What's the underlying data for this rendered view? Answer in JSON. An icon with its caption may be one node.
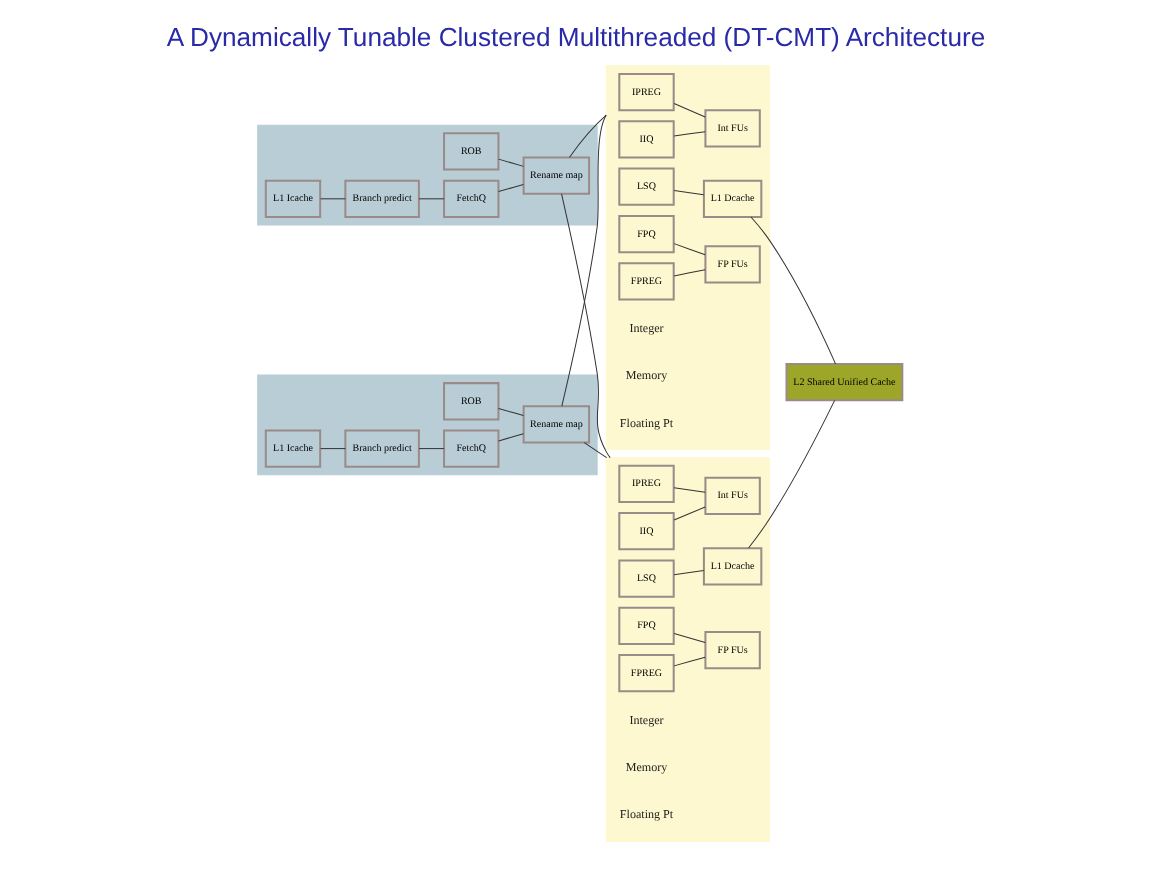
{
  "diagram": {
    "title": "A Dynamically Tunable Clustered Multithreaded (DT-CMT) Architecture",
    "nodes": [
      {
        "text": [],
        "shape": "box"
      },
      {
        "text": [
          "ROB"
        ],
        "in": 0
      },
      {
        "text": [
          "L1 Icache"
        ],
        "in": 0
      },
      {
        "text": [
          "Branch predict"
        ],
        "in": 0
      },
      {
        "text": [
          "FetchQ"
        ],
        "in": 0
      },
      {
        "text": [
          "Rename map"
        ],
        "in": 0
      },
      {
        "text": [],
        "shape": "box"
      },
      {
        "text": [
          "ROB"
        ],
        "in": 6
      },
      {
        "text": [
          "L1 Icache"
        ],
        "in": 6
      },
      {
        "text": [
          "Branch predict"
        ],
        "in": 6
      },
      {
        "text": [
          "FetchQ"
        ],
        "in": 6
      },
      {
        "text": [
          "Rename map"
        ],
        "in": 6
      },
      {
        "text": [],
        "shape": "box"
      },
      {
        "text": [
          "IPREG"
        ],
        "in": 12
      },
      {
        "text": [
          "Int FUs"
        ],
        "in": 12
      },
      {
        "text": [
          "IIQ"
        ],
        "in": 12
      },
      {
        "text": [
          "L1 Dcache"
        ],
        "in": 12
      },
      {
        "text": [
          "LSQ"
        ],
        "in": 12
      },
      {
        "text": [
          "FPQ"
        ],
        "in": 12
      },
      {
        "text": [
          "FP FUs"
        ],
        "in": 12
      },
      {
        "text": [
          "FPREG"
        ],
        "in": 12
      },
      {
        "text": [],
        "shape": "box"
      },
      {
        "text": [
          "IPREG"
        ],
        "in": 21
      },
      {
        "text": [
          "Int FUs"
        ],
        "in": 21
      },
      {
        "text": [
          "IIQ"
        ],
        "in": 21
      },
      {
        "text": [
          "L1 Dcache"
        ],
        "in": 21
      },
      {
        "text": [
          "LSQ"
        ],
        "in": 21
      },
      {
        "text": [
          "FPQ"
        ],
        "in": 21
      },
      {
        "text": [
          "FP FUs"
        ],
        "in": 21
      },
      {
        "text": [
          "FPREG"
        ],
        "in": 21
      },
      {
        "text": [
          "L2 Shared Unified Cache"
        ]
      }
    ],
    "edges": [
      {
        "from": 2,
        "to": 3,
        "arrow": "none"
      },
      {
        "from": 3,
        "to": 4,
        "arrow": "none"
      },
      {
        "from": 4,
        "to": 5,
        "arrow": "none"
      },
      {
        "from": 1,
        "to": 5,
        "arrow": "none"
      },
      {
        "from": 8,
        "to": 9,
        "arrow": "none"
      },
      {
        "from": 9,
        "to": 10,
        "arrow": "none"
      },
      {
        "from": 10,
        "to": 11,
        "arrow": "none"
      },
      {
        "from": 7,
        "to": 11,
        "arrow": "none"
      },
      {
        "from": 5,
        "to": 12,
        "arrow": "none"
      },
      {
        "from": 5,
        "to": 21,
        "arrow": "none"
      },
      {
        "from": 11,
        "to": 12,
        "arrow": "none"
      },
      {
        "from": 11,
        "to": 21,
        "arrow": "none"
      },
      {
        "from": 13,
        "to": 14,
        "arrow": "none"
      },
      {
        "from": 15,
        "to": 14,
        "arrow": "none"
      },
      {
        "from": 17,
        "to": 16,
        "arrow": "none"
      },
      {
        "from": 18,
        "to": 19,
        "arrow": "none"
      },
      {
        "from": 20,
        "to": 19,
        "arrow": "none"
      },
      {
        "from": 22,
        "to": 23,
        "arrow": "none"
      },
      {
        "from": 24,
        "to": 23,
        "arrow": "none"
      },
      {
        "from": 26,
        "to": 25,
        "arrow": "none"
      },
      {
        "from": 27,
        "to": 28,
        "arrow": "none"
      },
      {
        "from": 29,
        "to": 28,
        "arrow": "none"
      },
      {
        "from": 16,
        "to": 30,
        "arrow": "none"
      },
      {
        "from": 25,
        "to": 30,
        "arrow": "none"
      }
    ],
    "labels": [
      "Integer",
      "Memory",
      "Floating Pt",
      "Integer",
      "Memory",
      "Floating Pt"
    ]
  }
}
